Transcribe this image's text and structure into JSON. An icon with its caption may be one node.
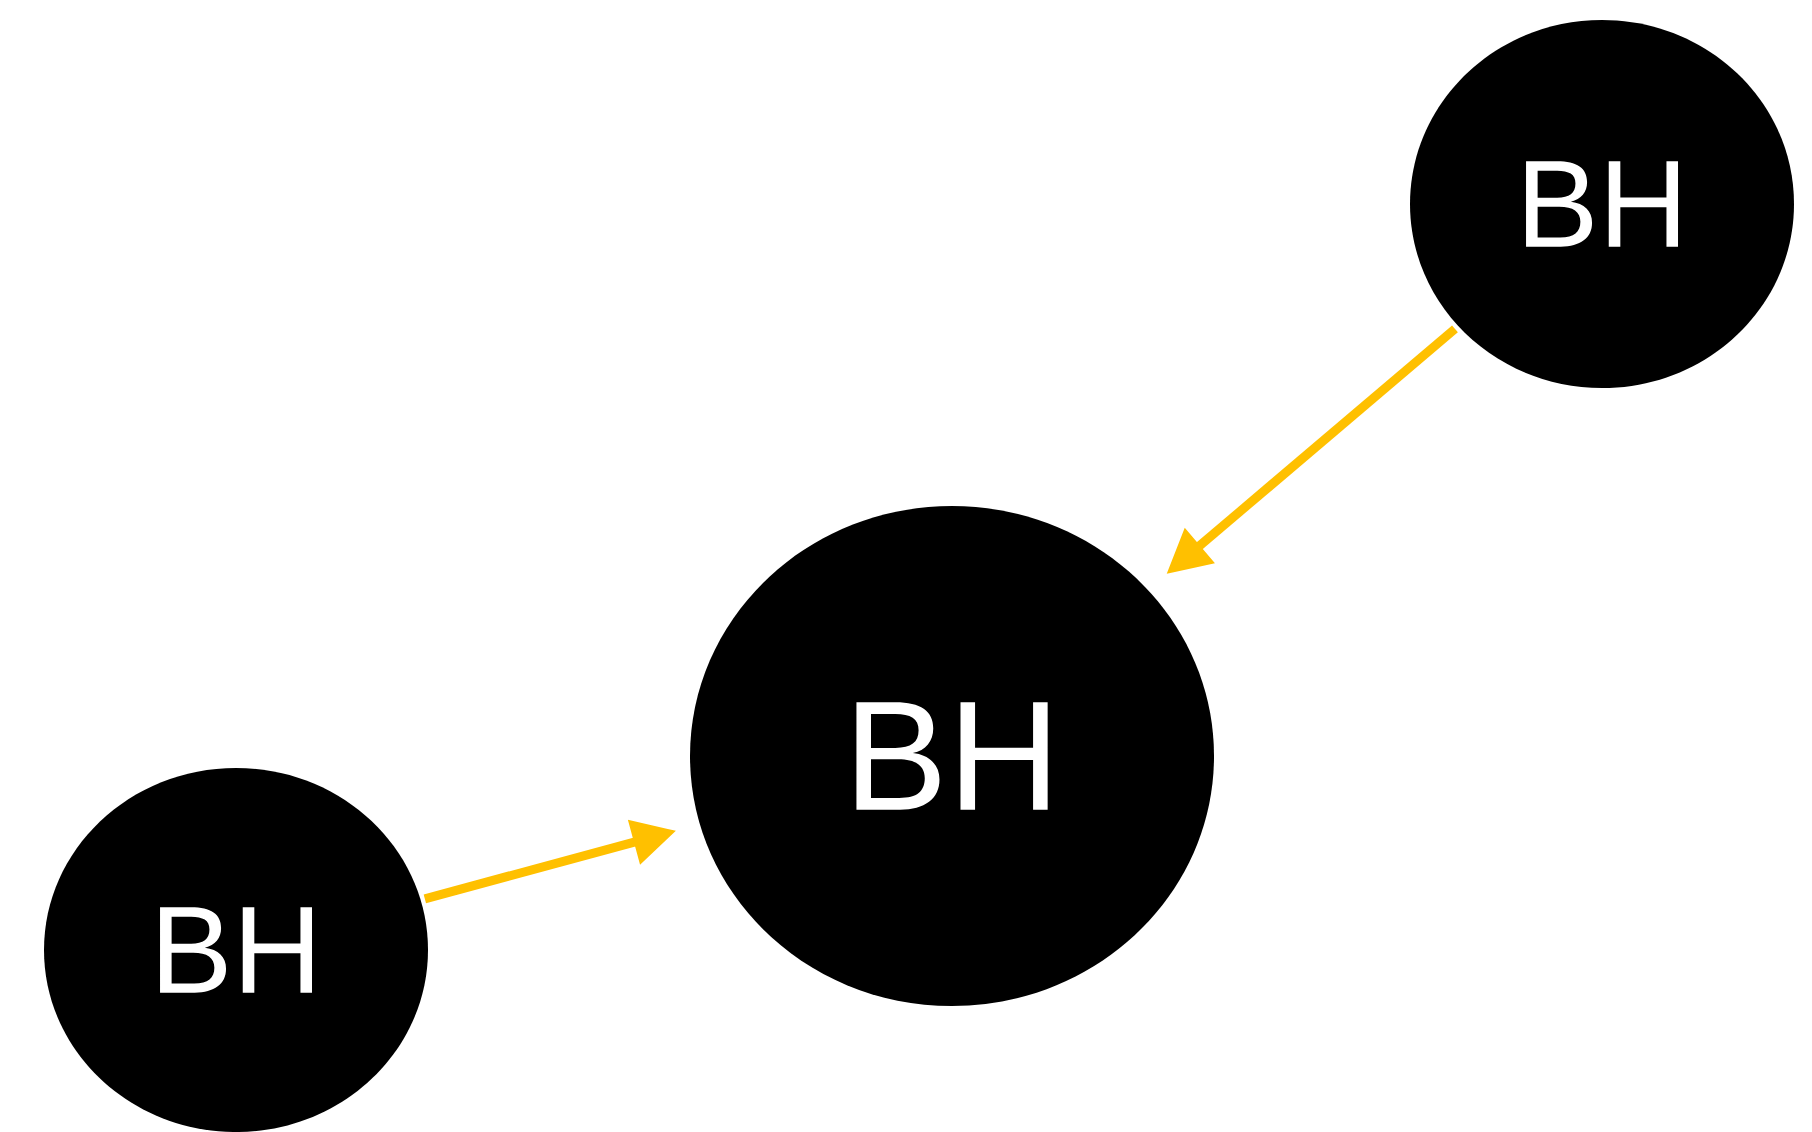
{
  "diagram": {
    "nodes": [
      {
        "text": [
          "BH"
        ]
      },
      {
        "text": [
          "BH"
        ]
      },
      {
        "text": [
          "BH"
        ]
      }
    ],
    "edges": [
      {
        "from": 0,
        "to": 1,
        "arrow": "to"
      },
      {
        "from": 2,
        "to": 1,
        "arrow": "to"
      }
    ]
  }
}
